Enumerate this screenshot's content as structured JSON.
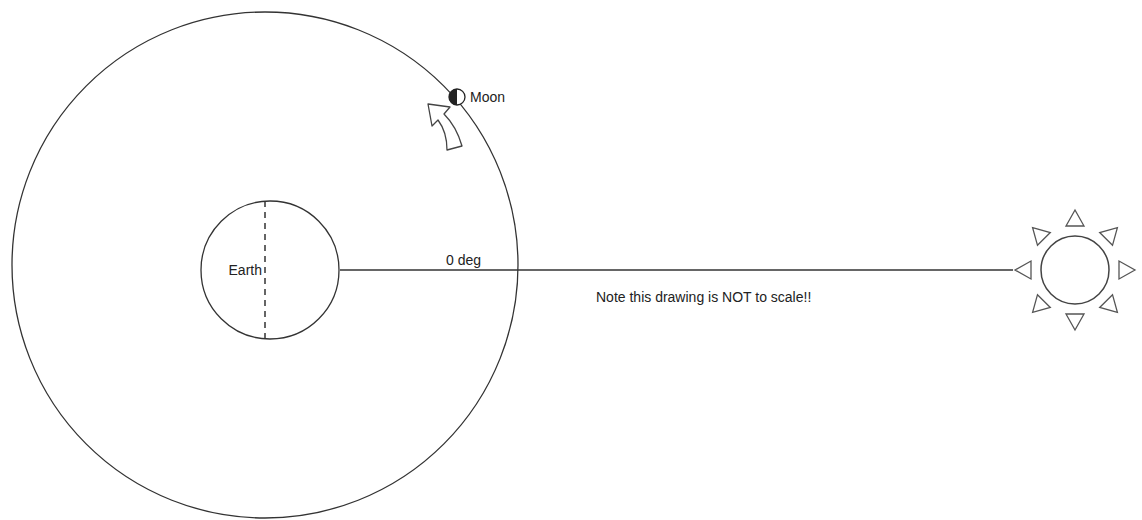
{
  "diagram": {
    "nodes": [
      {
        "text": [
          "Earth"
        ]
      }
    ],
    "labels": [
      "Moon",
      "0 deg",
      "Note this drawing is NOT to scale!!"
    ]
  }
}
